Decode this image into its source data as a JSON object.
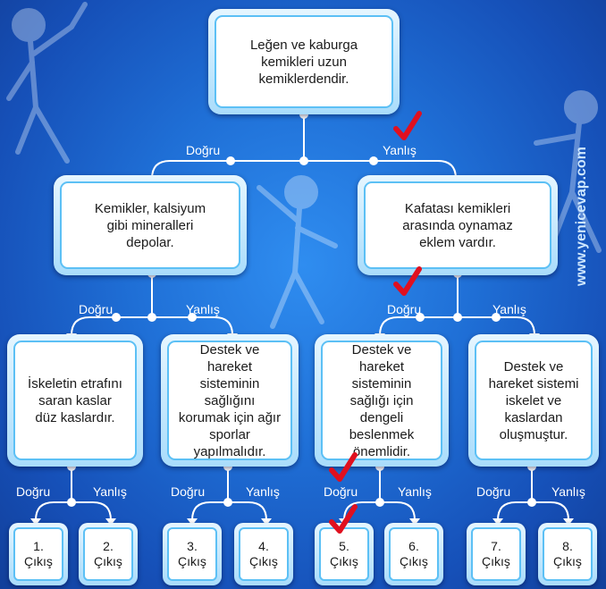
{
  "root": "Leğen ve kaburga kemikleri uzun kemiklerdendir.",
  "level2": [
    "Kemikler, kalsiyum gibi mineralleri depolar.",
    "Kafatası kemikleri arasında oynamaz eklem vardır."
  ],
  "level3": [
    "İskeletin etrafını saran kaslar düz kaslardır.",
    "Destek ve hareket sisteminin sağlığını korumak için ağır sporlar yapılmalıdır.",
    "Destek ve hareket sisteminin sağlığı için dengeli beslenmek önemlidir.",
    "Destek ve hareket sistemi iskelet ve kaslardan oluşmuştur."
  ],
  "exits": [
    "1. Çıkış",
    "2. Çıkış",
    "3. Çıkış",
    "4. Çıkış",
    "5. Çıkış",
    "6. Çıkış",
    "7. Çıkış",
    "8. Çıkış"
  ],
  "branch_labels": {
    "true_label": "Doğru",
    "false_label": "Yanlış"
  },
  "watermark": "www.yenicevap.com",
  "colors": {
    "check": "#e0101f",
    "line": "#ffffff"
  }
}
